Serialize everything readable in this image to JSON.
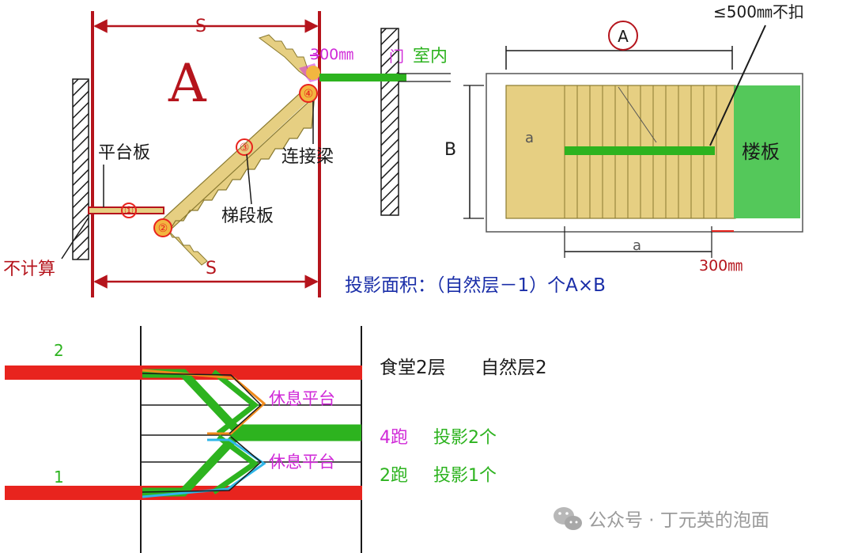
{
  "colors": {
    "wall_red": "#b5141c",
    "stair_tan": "#e6cf82",
    "beam_green": "#2db31f",
    "slab_green": "#54c85a",
    "slab_red": "#e8241e",
    "magenta": "#d02ad8",
    "blue_text": "#1a2ea8",
    "orange": "#f08b1c",
    "cyan": "#2fb6e8"
  },
  "section": {
    "letter_a": "A",
    "label_s_top": "S",
    "label_s_bottom": "S",
    "label_300": "300㎜",
    "label_door": "门",
    "label_indoor": "室内",
    "label_platform": "平台板",
    "label_beam": "连接梁",
    "label_flight": "梯段板",
    "label_exclude": "不计算",
    "node_1": "①",
    "node_2": "②",
    "node_3": "③",
    "node_4": "④"
  },
  "plan": {
    "circle_a": "A",
    "note_500": "≤500㎜不扣",
    "label_b": "B",
    "label_floor": "楼板",
    "label_a_inner": "a",
    "label_a_bottom": "a",
    "label_300": "300㎜",
    "formula": "投影面积：（自然层－1）个A×B"
  },
  "schematic": {
    "level_2": "2",
    "level_1": "1",
    "title_line": "食堂2层",
    "natural_floor": "自然层2",
    "rest_platform_upper": "休息平台",
    "rest_platform_lower": "休息平台",
    "run4": "4跑",
    "proj2": "投影2个",
    "run2": "2跑",
    "proj1": "投影1个"
  },
  "watermark": {
    "text": "公众号 · 丁元英的泡面",
    "icon": "wechat-icon"
  }
}
